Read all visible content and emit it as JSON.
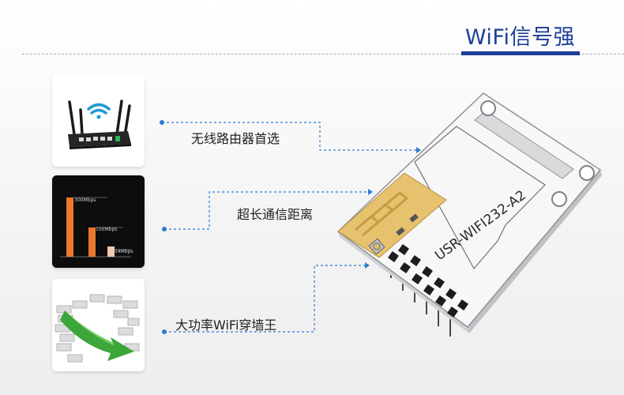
{
  "title": "WiFi信号强",
  "features": [
    {
      "label": "无线路由器首选",
      "icon": "router-icon"
    },
    {
      "label": "超长通信距离",
      "icon": "bar-chart-icon"
    },
    {
      "label": "大功率WiFi穿墙王",
      "icon": "wall-break-icon"
    }
  ],
  "speed_chart": {
    "bars": [
      {
        "label": "300Mbps",
        "value": 300
      },
      {
        "label": "150Mbps",
        "value": 150
      },
      {
        "label": "54Mbps",
        "value": 54
      }
    ]
  },
  "module": {
    "label": "USR-WIFI232-A2"
  },
  "colors": {
    "accent": "#1d3f97",
    "link": "#2b7bd6",
    "bar": "#e8792d"
  }
}
